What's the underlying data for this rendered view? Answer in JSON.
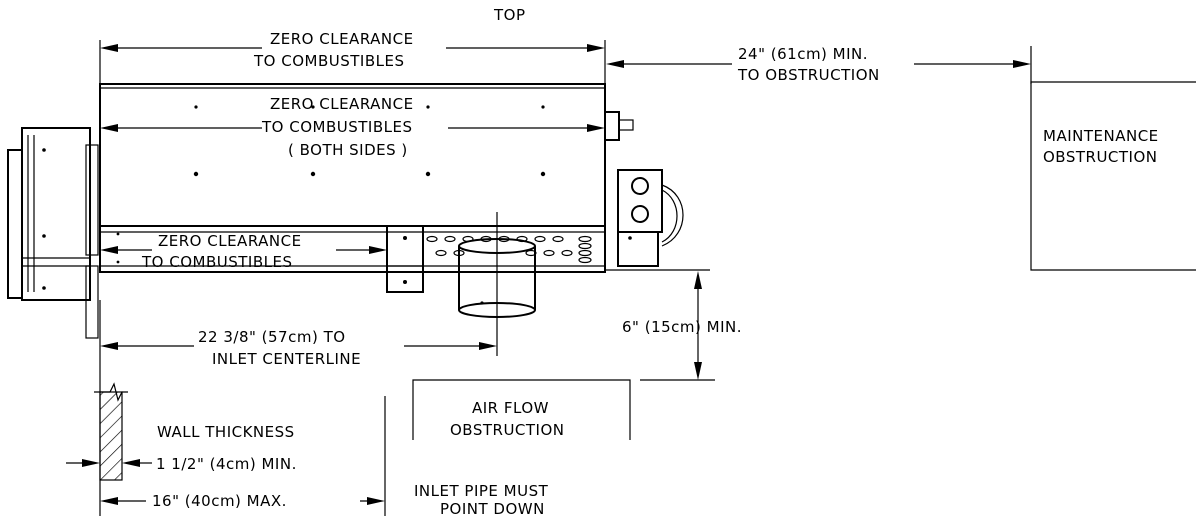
{
  "labels": {
    "top": "TOP",
    "zero_top_1": "ZERO CLEARANCE",
    "zero_top_2": "TO COMBUSTIBLES",
    "zero_sides_1": "ZERO CLEARANCE",
    "zero_sides_2": "TO COMBUSTIBLES",
    "zero_sides_3": "( BOTH SIDES )",
    "zero_bottom_1": "ZERO CLEARANCE",
    "zero_bottom_2": "TO COMBUSTIBLES",
    "obstruction_dist_1": "24\" (61cm) MIN.",
    "obstruction_dist_2": "TO OBSTRUCTION",
    "maintenance_1": "MAINTENANCE",
    "maintenance_2": "OBSTRUCTION",
    "inlet_dist_1": "22 3/8\" (57cm) TO",
    "inlet_dist_2": "INLET CENTERLINE",
    "airflow_dist": "6\" (15cm) MIN.",
    "airflow_1": "AIR FLOW",
    "airflow_2": "OBSTRUCTION",
    "wall_thickness": "WALL THICKNESS",
    "wall_min": "1 1/2\" (4cm) MIN.",
    "wall_max": "16\" (40cm) MAX.",
    "inlet_pipe_1": "INLET PIPE MUST",
    "inlet_pipe_2": "POINT DOWN"
  }
}
